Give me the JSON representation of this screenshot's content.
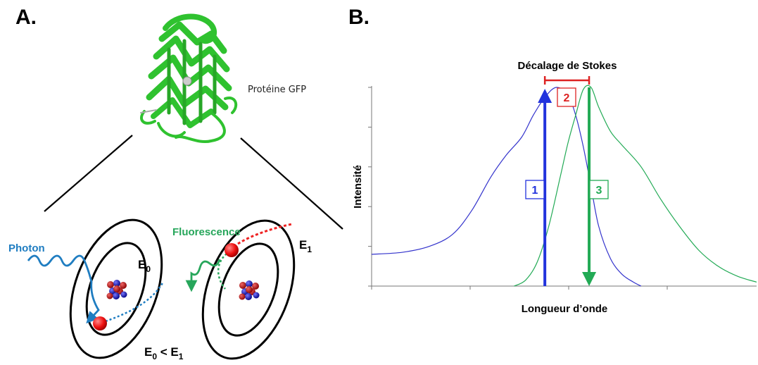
{
  "panelA": {
    "letter": "A.",
    "protein_label": "Protéine GFP",
    "photon_label": "Photon",
    "fluorescence_label": "Fluorescence",
    "e0_label": "E",
    "e0_sub": "0",
    "e1_label": "E",
    "e1_sub": "1",
    "relation_e": "E",
    "relation_sub0": "0",
    "relation_mid": " < E",
    "relation_sub1": "1",
    "colors": {
      "protein": "#33cc33",
      "photon": "#1f7dc1",
      "fluorescence": "#27a65b",
      "electron": "#ee1111",
      "excited_path": "#ee2222"
    }
  },
  "panelB": {
    "letter": "B.",
    "stokes_label": "Décalage de Stokes",
    "box1": "1",
    "box2": "2",
    "box3": "3",
    "colors": {
      "absorption": "#3333cc",
      "emission": "#22aa55",
      "stokes": "#dd2222"
    }
  },
  "chart_data": {
    "type": "line",
    "xlabel": "Longueur d’onde",
    "ylabel": "Intensité",
    "xlim": [
      0,
      100
    ],
    "ylim": [
      0,
      1
    ],
    "grid": false,
    "tick_labels": false,
    "series": [
      {
        "role": "absorption",
        "color": "#3333cc",
        "x": [
          0,
          8,
          15,
          21,
          26,
          31,
          35,
          39,
          42,
          45,
          48,
          51,
          53,
          55,
          57,
          59,
          62,
          65,
          68,
          70
        ],
        "y": [
          0.16,
          0.17,
          0.2,
          0.26,
          0.38,
          0.55,
          0.66,
          0.75,
          0.86,
          0.95,
          1.0,
          0.96,
          0.86,
          0.7,
          0.5,
          0.3,
          0.14,
          0.06,
          0.02,
          0.0
        ]
      },
      {
        "role": "emission",
        "color": "#22aa55",
        "x": [
          37,
          40,
          43,
          46,
          49,
          51,
          53,
          55,
          57,
          59,
          62,
          65,
          70,
          75,
          80,
          85,
          90,
          95,
          100
        ],
        "y": [
          0.0,
          0.03,
          0.12,
          0.3,
          0.55,
          0.72,
          0.86,
          0.99,
          1.0,
          0.9,
          0.78,
          0.71,
          0.6,
          0.44,
          0.3,
          0.18,
          0.1,
          0.05,
          0.02
        ]
      }
    ],
    "annotations": [
      {
        "label": "1",
        "kind": "arrow-up",
        "x": 45,
        "y_from": 0,
        "y_to": 1.0,
        "color": "#2233dd"
      },
      {
        "label": "3",
        "kind": "arrow-down",
        "x": 56.5,
        "y_from": 1.0,
        "y_to": 0,
        "color": "#22aa55"
      },
      {
        "label": "2",
        "kind": "stokes-shift",
        "x_from": 45,
        "x_to": 56.5,
        "color": "#dd2222",
        "text": "Décalage de Stokes"
      }
    ]
  }
}
